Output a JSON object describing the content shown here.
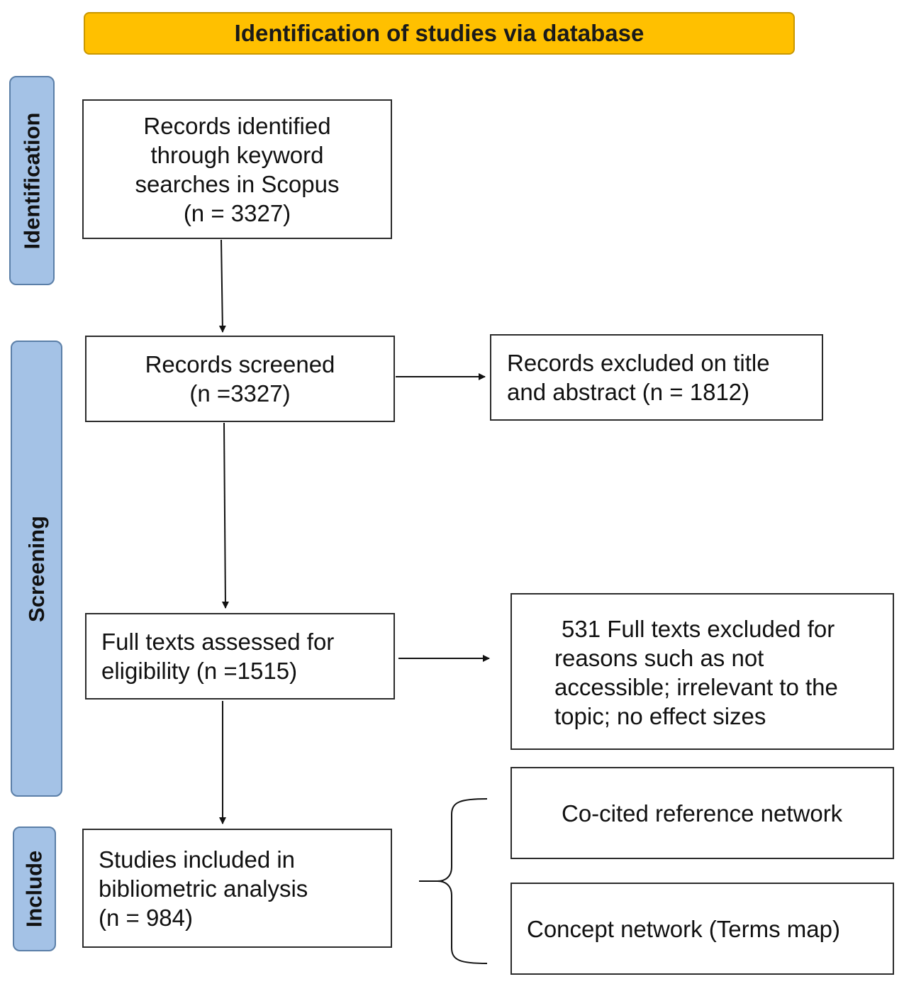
{
  "header": {
    "title": "Identification of studies via database"
  },
  "phases": {
    "identification": "Identification",
    "screening": "Screening",
    "include": "Include"
  },
  "boxes": {
    "records_identified": [
      "Records identified",
      "through keyword",
      "searches in Scopus",
      "(n = 3327)"
    ],
    "records_screened": [
      "Records screened",
      "(n =3327)"
    ],
    "records_excluded": [
      "Records excluded on title",
      "and abstract (n = 1812)"
    ],
    "full_texts_assessed": [
      "Full texts assessed for",
      "eligibility (n =1515)"
    ],
    "full_texts_excluded": [
      "531 Full texts excluded for",
      "reasons such as not",
      "accessible; irrelevant to the",
      "topic; no effect sizes"
    ],
    "studies_included": [
      "Studies included in",
      "bibliometric analysis",
      "(n = 984)"
    ],
    "co_cited_network": "Co-cited reference network",
    "concept_network": "Concept network (Terms map)"
  }
}
